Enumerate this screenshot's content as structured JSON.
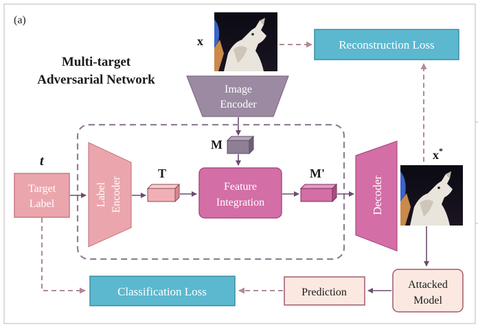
{
  "panel_label": "(a)",
  "title_line1": "Multi-target",
  "title_line2": "Adversarial Network",
  "input_symbol": "x",
  "output_symbol_base": "x",
  "output_symbol_sup": "*",
  "target_symbol": "t",
  "nodes": {
    "reconstruction_loss": "Reconstruction Loss",
    "image_encoder_line1": "Image",
    "image_encoder_line2": "Encoder",
    "target_label_line1": "Target",
    "target_label_line2": "Label",
    "label_encoder_line1": "Label",
    "label_encoder_line2": "Encoder",
    "feature_integration_line1": "Feature",
    "feature_integration_line2": "Integration",
    "decoder": "Decoder",
    "attacked_model_line1": "Attacked",
    "attacked_model_line2": "Model",
    "prediction": "Prediction",
    "classification_loss": "Classification Loss"
  },
  "tensors": {
    "m": "M",
    "t": "T",
    "m_prime": "M'"
  },
  "colors": {
    "teal": "#5bb8cf",
    "teal_border": "#3d8ea3",
    "image_encoder": "#9b8aa1",
    "label_pink": "#eba6ad",
    "label_pink_border": "#c77a83",
    "magenta": "#d36ea6",
    "magenta_border": "#a84d80",
    "prediction_fill": "#fbe9e1",
    "prediction_border": "#a0596c",
    "arrow_solid": "#6a4d6e",
    "arrow_dashed": "#b08a90",
    "dashed_box": "#8f7f93"
  }
}
